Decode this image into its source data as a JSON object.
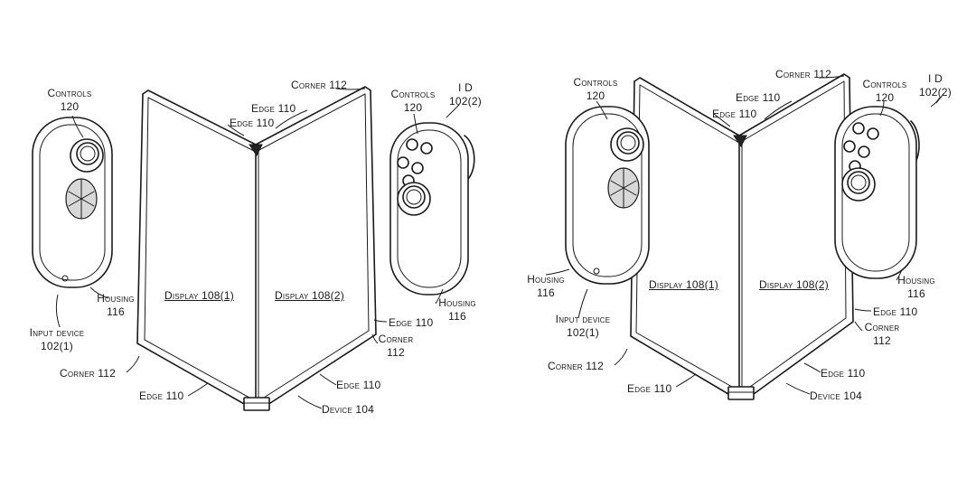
{
  "figures": [
    {
      "labels": {
        "controls": "Controls",
        "controls_num": "120",
        "controls_r": "Controls",
        "controls_r_num": "120",
        "corner_top": "Corner 112",
        "edge_top_r": "Edge 110",
        "edge_top_l": "Edge 110",
        "id": "I D",
        "id_num": "102(2)",
        "housing": "Housing",
        "housing_num": "116",
        "housing_r": "Housing",
        "housing_r_num": "116",
        "input_device": "Input device",
        "input_device_num": "102(1)",
        "display_1": "Display 108(1)",
        "display_2": "Display 108(2)",
        "edge_right": "Edge 110",
        "corner_right": "Corner",
        "corner_right_num": "112",
        "corner_bottom": "Corner 112",
        "edge_bottom_l": "Edge 110",
        "edge_bottom_r": "Edge 110",
        "device": "Device 104"
      }
    },
    {
      "labels": {
        "controls": "Controls",
        "controls_num": "120",
        "controls_r": "Controls",
        "controls_r_num": "120",
        "corner_top": "Corner 112",
        "edge_top_r": "Edge 110",
        "edge_top_l": "Edge 110",
        "id": "I D",
        "id_num": "102(2)",
        "housing": "Housing",
        "housing_num": "116",
        "housing_r": "Housing",
        "housing_r_num": "116",
        "input_device": "Input device",
        "input_device_num": "102(1)",
        "display_1": "Display 108(1)",
        "display_2": "Display 108(2)",
        "edge_right": "Edge 110",
        "corner_right": "Corner",
        "corner_right_num": "112",
        "corner_bottom": "Corner 112",
        "edge_bottom_l": "Edge 110",
        "edge_bottom_r": "Edge 110",
        "device": "Device 104"
      }
    }
  ],
  "colors": {
    "line": "#1a1a1a",
    "background": "#ffffff",
    "shade": "#d8d8d8"
  }
}
